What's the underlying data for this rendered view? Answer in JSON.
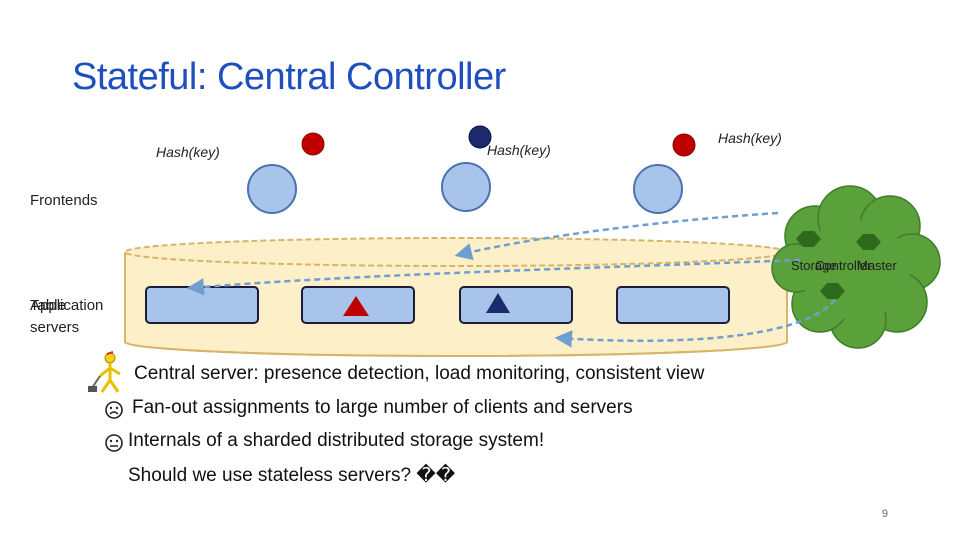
{
  "slide": {
    "title": "Stateful: Central Controller",
    "page_number": "9"
  },
  "diagram": {
    "hash_labels": [
      "Hash(key)",
      "Hash(key)",
      "Hash(key)"
    ],
    "frontends_label": "Frontends",
    "app_servers_label_a": "Application",
    "app_servers_label_b": "Table",
    "servers_label": "servers",
    "cloud_label_a": "Storage",
    "cloud_label_b": "Controller",
    "cloud_label_c": "Master",
    "colors": {
      "red": "#c00000",
      "navy": "#1a2a6c",
      "node_fill": "#a9c4eb",
      "node_stroke": "#4a72b0",
      "cylinder_fill": "#fdf0c8",
      "cylinder_stroke": "#d7b46a",
      "cloud_fill": "#5aa13c",
      "cloud_hex": "#2e6a1c",
      "arrow": "#6f9fd0"
    }
  },
  "bullets": [
    {
      "icon": "stick-figure-icon",
      "text": "Central server: presence detection, load monitoring, consistent view"
    },
    {
      "icon": "sad-face-icon",
      "text": "Fan-out assignments to large number of clients and servers"
    },
    {
      "icon": "neutral-face-icon",
      "text": "Internals of a sharded distributed storage system!"
    },
    {
      "icon": "",
      "text": "Should we use stateless servers? ��"
    }
  ]
}
